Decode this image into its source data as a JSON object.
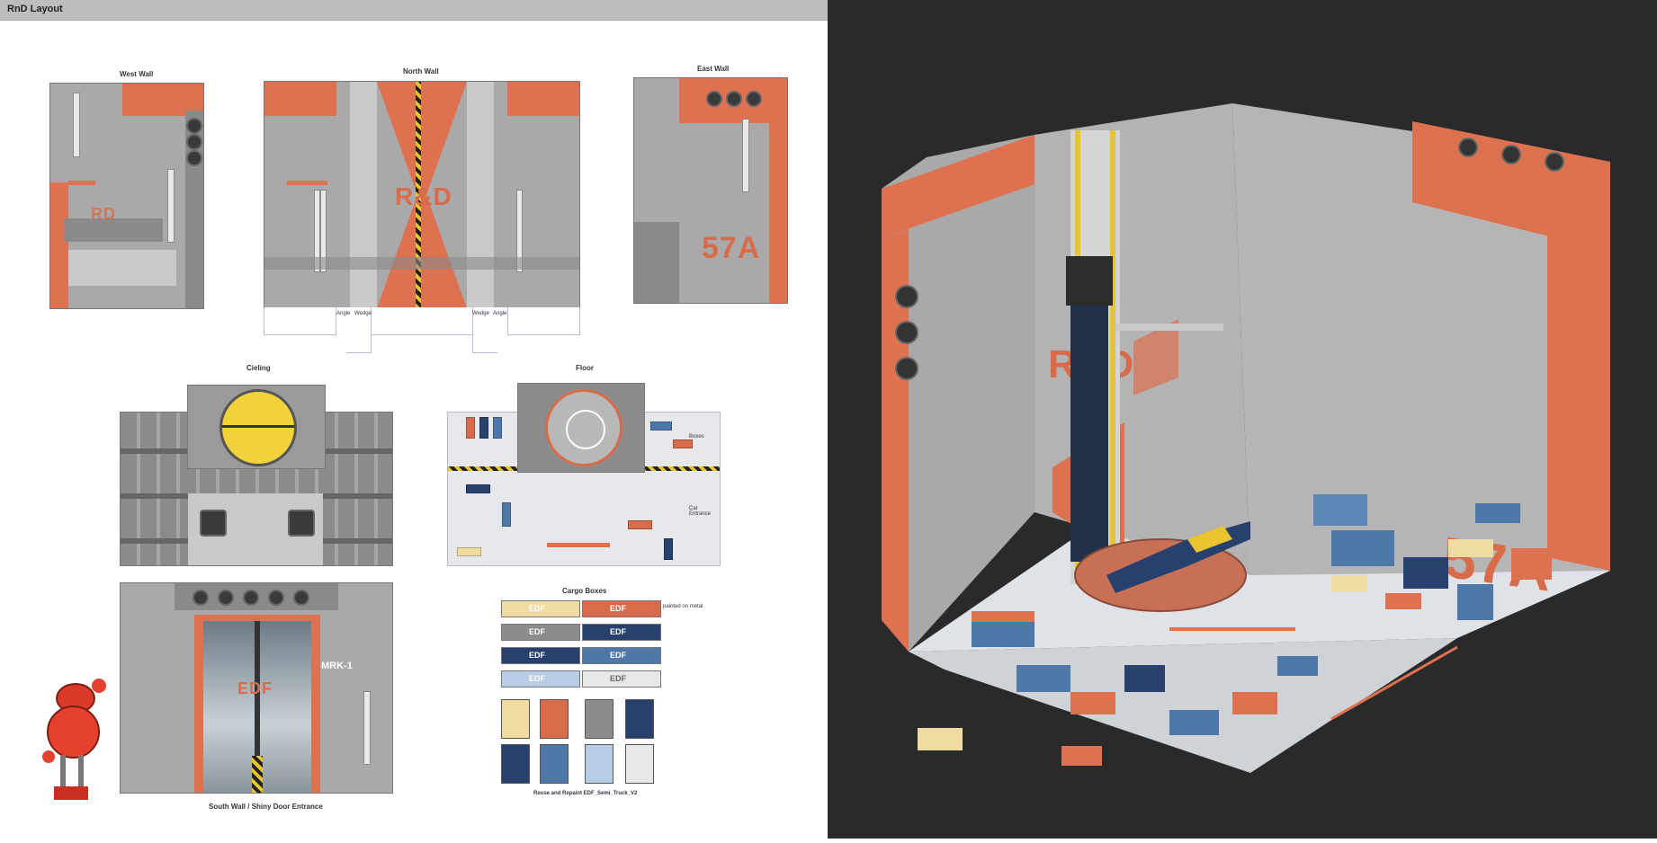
{
  "page": {
    "title": "RnD Layout"
  },
  "sections": {
    "west_wall": "West Wall",
    "north_wall": "North Wall",
    "east_wall": "East Wall",
    "ceiling": "Cieling",
    "floor": "Floor",
    "south_wall": "South Wall / Shiny Door Entrance",
    "cargo_boxes": "Cargo Boxes",
    "truck_caption": "Reuse and Repaint EDF_Semi_Truck_V2"
  },
  "north_wall_labels": {
    "angle_left": "Angle",
    "wedge_left": "Wedge",
    "wedge_right": "Wedge",
    "angle_right": "Angle",
    "stencil": "R&D"
  },
  "east_wall_stencil": "57A",
  "floor_labels": {
    "boxes": "Boxes",
    "car_entrance": "Car\nEntrance"
  },
  "south_wall": {
    "door_sign": "MRK-1",
    "door_logo": "EDF"
  },
  "cargo": {
    "painted_note": "painted on metal",
    "box_label": "EDF"
  },
  "render": {
    "stencil_rd": "R&D",
    "stencil_57a": "57A"
  },
  "colors": {
    "accent_orange": "#dd7150",
    "wall_grey": "#a9a9a9",
    "navy": "#27406d",
    "steel_blue": "#4d78a8",
    "hazard_yellow": "#e9c431",
    "background_dark": "#2a2a2a"
  }
}
